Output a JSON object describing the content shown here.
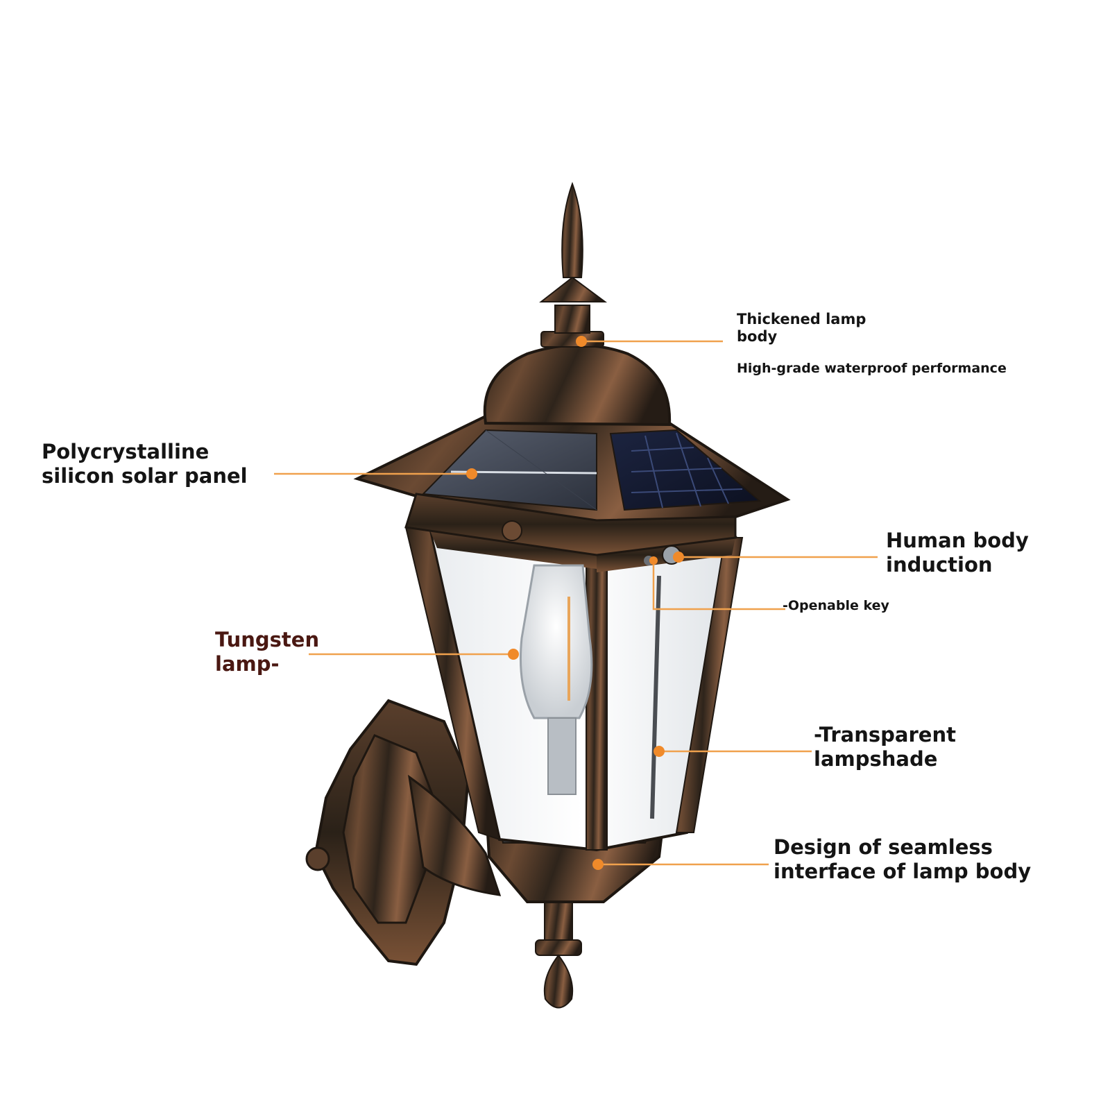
{
  "colors": {
    "leader": "#f0a14d",
    "dot": "#f08a2a",
    "bronze_dark": "#2a2118",
    "bronze_light": "#9a6a4a",
    "label_dark": "#141414",
    "label_brown": "#4a1812"
  },
  "callouts": {
    "thickened": {
      "line1": "Thickened lamp",
      "line2": "body"
    },
    "waterproof": {
      "text": "High-grade waterproof performance"
    },
    "solar": {
      "line1": "Polycrystalline",
      "line2": "silicon solar panel"
    },
    "human": {
      "line1": "Human body",
      "line2": "induction"
    },
    "key": {
      "text": "-Openable key"
    },
    "tungsten": {
      "line1": "Tungsten",
      "line2": "lamp-"
    },
    "shade": {
      "line1": "-Transparent",
      "line2": "lampshade"
    },
    "seamless": {
      "line1": "Design of seamless",
      "line2": "interface of lamp body"
    }
  }
}
